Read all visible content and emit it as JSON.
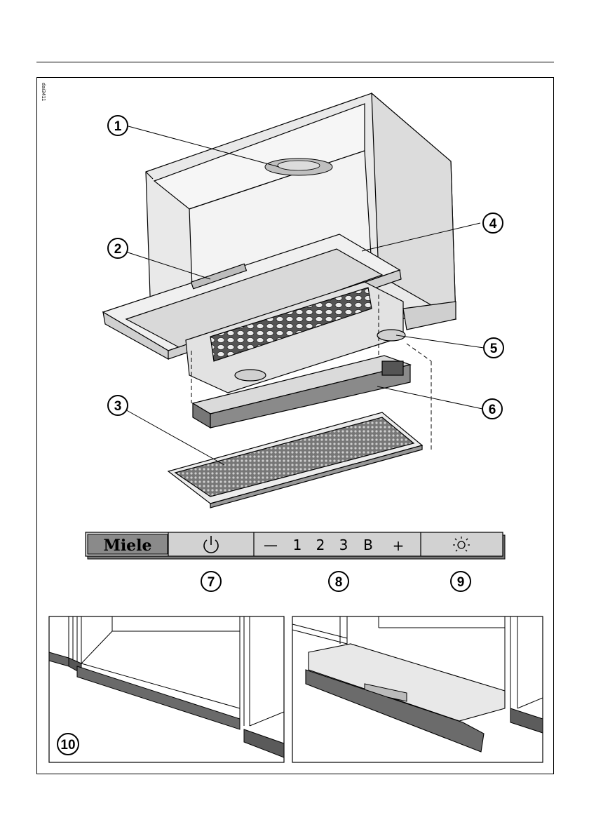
{
  "figure_code": "dai3411",
  "callouts": [
    "1",
    "2",
    "3",
    "4",
    "5",
    "6",
    "7",
    "8",
    "9",
    "10"
  ],
  "control_panel": {
    "logo": "Miele",
    "fan_keys": [
      "—",
      "1",
      "2",
      "3",
      "B",
      "+"
    ]
  },
  "icons": [
    "power-icon",
    "light-icon"
  ],
  "colors": {
    "line": "#000000",
    "panel": "#cfcfcf",
    "trim": "#6e6e6e",
    "logo_bg": "#8a8a8a"
  }
}
